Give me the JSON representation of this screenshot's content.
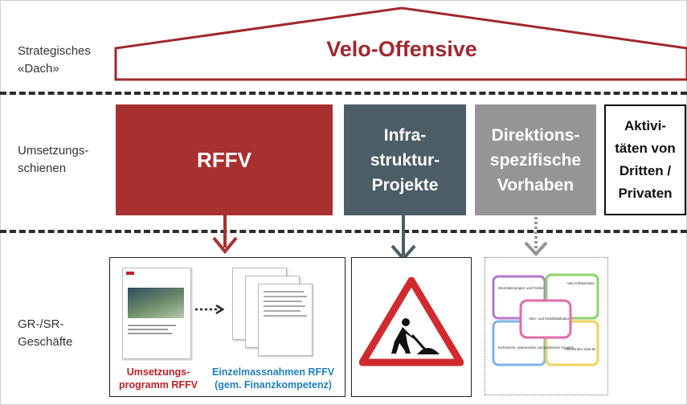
{
  "rows": {
    "roof_label": "Strategisches\n«Dach»",
    "tracks_label": "Umsetzungs-\nschienen",
    "business_label": "GR-/SR-\nGeschäfte"
  },
  "roof": {
    "title": "Velo-Offensive"
  },
  "boxes": {
    "rffv": "RFFV",
    "infra": "Infra-\nstruktur-\nProjekte",
    "dir": "Direktions-\nspezifische\nVorhaben",
    "akt": "Aktivi-\ntäten von\nDritten /\nPrivaten"
  },
  "captions": {
    "umsetzungsprogramm": "Umsetzungs-\nprogramm RFFV",
    "einzelmassnahmen": "Einzelmassnahmen RFFV\n(gem. Finanzkompetenz)"
  },
  "puzzle": {
    "tl": "Dienstleistungen und Förder-",
    "tr": "Velo-infrastruktur",
    "center": "Velo- und Mobilitätskultur",
    "bl": "technische, planerische und juristische Aspekte",
    "br": "Wissender Velo-ID"
  },
  "colors": {
    "red": "#a8302f",
    "slate": "#4d5d66",
    "gray": "#959595",
    "caption_red": "#c21f26",
    "caption_blue": "#1f7fc3"
  },
  "icons": {
    "roadwork": "roadwork-warning-sign-icon",
    "arrow": "arrow-down-icon",
    "dotted_arrow": "dotted-arrow-right-icon"
  }
}
